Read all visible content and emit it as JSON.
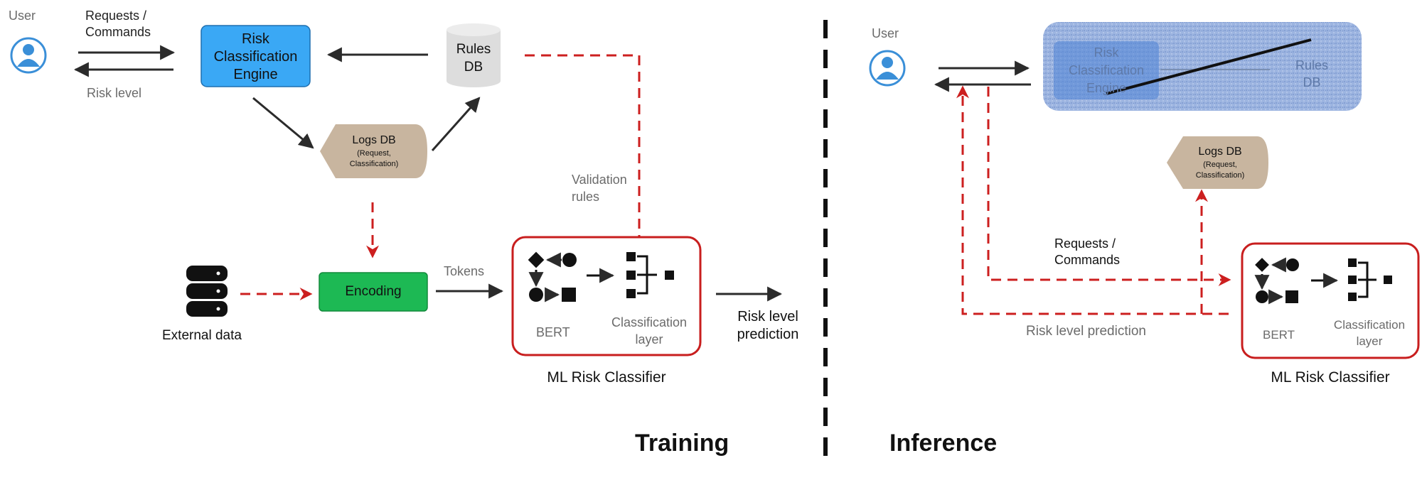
{
  "training": {
    "user_label": "User",
    "requests_label_1": "Requests /",
    "requests_label_2": "Commands",
    "risk_level_label": "Risk level",
    "engine_line1": "Risk",
    "engine_line2": "Classification",
    "engine_line3": "Engine",
    "rules_db_line1": "Rules",
    "rules_db_line2": "DB",
    "logs_db_title": "Logs DB",
    "logs_db_sub1": "(Request,",
    "logs_db_sub2": "Classification)",
    "validation_line1": "Validation",
    "validation_line2": "rules",
    "encoding_label": "Encoding",
    "tokens_label": "Tokens",
    "external_data_label": "External data",
    "bert_label": "BERT",
    "class_layer_line1": "Classification",
    "class_layer_line2": "layer",
    "ml_classifier_label": "ML Risk Classifier",
    "prediction_line1": "Risk level",
    "prediction_line2": "prediction",
    "section_title": "Training"
  },
  "inference": {
    "user_label": "User",
    "engine_faded_line1": "Risk",
    "engine_faded_line2": "Classification",
    "engine_faded_line3": "Engine",
    "rules_faded_line1": "Rules",
    "rules_faded_line2": "DB",
    "logs_db_title": "Logs DB",
    "logs_db_sub1": "(Request,",
    "logs_db_sub2": "Classification)",
    "requests_label_1": "Requests /",
    "requests_label_2": "Commands",
    "risk_prediction_label": "Risk level prediction",
    "bert_label": "BERT",
    "class_layer_line1": "Classification",
    "class_layer_line2": "layer",
    "ml_classifier_label": "ML Risk Classifier",
    "section_title": "Inference"
  },
  "colors": {
    "engine_blue": "#3aa8f5",
    "encoding_green": "#1db954",
    "logs_tan": "#c8b59f",
    "dashed_red": "#cc1f1f",
    "classifier_border": "#c81e1e",
    "faded_blue": "#7d9fd8"
  },
  "icons": [
    "user-icon",
    "database-icon",
    "server-stack-icon",
    "bert-graph-icon",
    "classification-layer-icon"
  ]
}
